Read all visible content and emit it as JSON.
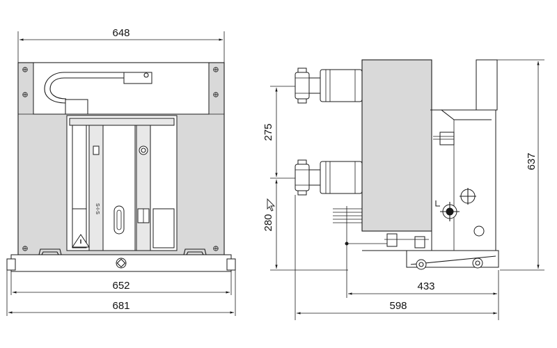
{
  "front_view": {
    "dim_top": "648",
    "dim_bottom_inner": "652",
    "dim_bottom_outer": "681",
    "panel_glyph": "S-I-S"
  },
  "side_view": {
    "dim_upper_vertical": "275",
    "dim_lower_vertical": "280",
    "dim_right_vertical": "637",
    "dim_bottom_inner": "433",
    "dim_bottom_outer": "598"
  },
  "icons": [
    "cursor-arrow-icon",
    "warning-triangle-icon",
    "screw-head-icon"
  ],
  "colors": {
    "line": "#1a1a1a",
    "body_fill": "#d9d9d9",
    "background": "#ffffff"
  }
}
